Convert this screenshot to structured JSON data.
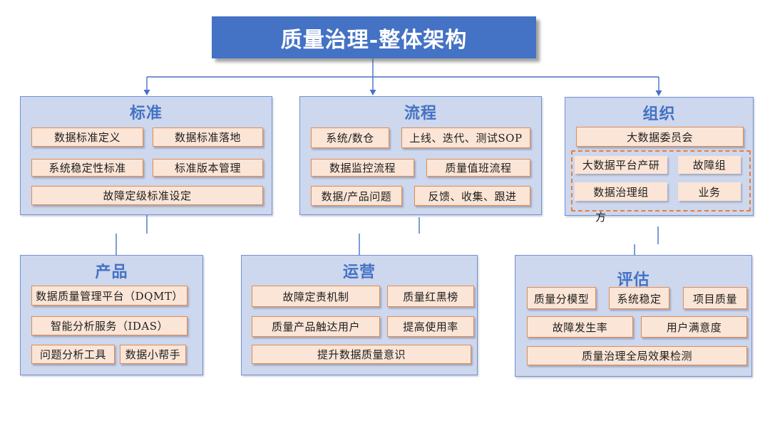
{
  "title": "质量治理-整体架构",
  "colors": {
    "header_bg": "#4472C4",
    "section_bg": "#CDD7ED",
    "section_border": "#7092D4",
    "item_bg": "#FBE5D6",
    "item_border": "#E08C52",
    "connector": "#4472C4",
    "dashed_border": "#ED7D31",
    "title_text": "#4472C4",
    "item_text": "#1E1E1E"
  },
  "sections": {
    "standards": {
      "title": "标准",
      "items": [
        {
          "label": "数据标准定义"
        },
        {
          "label": "数据标准落地"
        },
        {
          "label": "系统稳定性标准"
        },
        {
          "label": "标准版本管理"
        },
        {
          "label": "故障定级标准设定"
        }
      ]
    },
    "process": {
      "title": "流程",
      "items": [
        {
          "label": "系统/数仓"
        },
        {
          "label": "上线、迭代、测试SOP"
        },
        {
          "label": "数据监控流程"
        },
        {
          "label": "质量值班流程"
        },
        {
          "label": "数据/产品问题"
        },
        {
          "label": "反馈、收集、跟进"
        }
      ]
    },
    "organization": {
      "title": "组织",
      "stray_label": "方",
      "items": [
        {
          "label": "大数据委员会"
        },
        {
          "label": "大数据平台产研"
        },
        {
          "label": "故障组"
        },
        {
          "label": "数据治理组"
        },
        {
          "label": "业务"
        }
      ]
    },
    "product": {
      "title": "产品",
      "items": [
        {
          "label": "数据质量管理平台（DQMT）"
        },
        {
          "label": "智能分析服务（IDAS）"
        },
        {
          "label": "问题分析工具"
        },
        {
          "label": "数据小帮手"
        }
      ]
    },
    "operations": {
      "title": "运营",
      "items": [
        {
          "label": "故障定责机制"
        },
        {
          "label": "质量红黑榜"
        },
        {
          "label": "质量产品触达用户"
        },
        {
          "label": "提高使用率"
        },
        {
          "label": "提升数据质量意识"
        }
      ]
    },
    "evaluation": {
      "title": "评估",
      "items": [
        {
          "label": "质量分模型"
        },
        {
          "label": "系统稳定"
        },
        {
          "label": "项目质量"
        },
        {
          "label": "故障发生率"
        },
        {
          "label": "用户满意度"
        },
        {
          "label": "质量治理全局效果检测"
        }
      ]
    }
  }
}
